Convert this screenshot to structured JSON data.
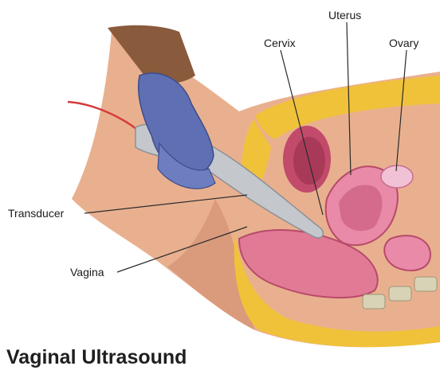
{
  "title": "Vaginal Ultrasound",
  "labels": {
    "uterus": "Uterus",
    "cervix": "Cervix",
    "ovary": "Ovary",
    "transducer": "Transducer",
    "vagina": "Vagina"
  },
  "colors": {
    "skin": "#e9b08f",
    "skin_shadow": "#c98665",
    "fat": "#f0c23a",
    "organ_pink": "#e88aa8",
    "organ_dark": "#b84a6a",
    "glove": "#5e6fb3",
    "probe": "#c4c7cc",
    "cable": "#d63a3a",
    "bone": "#d8d3b6"
  }
}
